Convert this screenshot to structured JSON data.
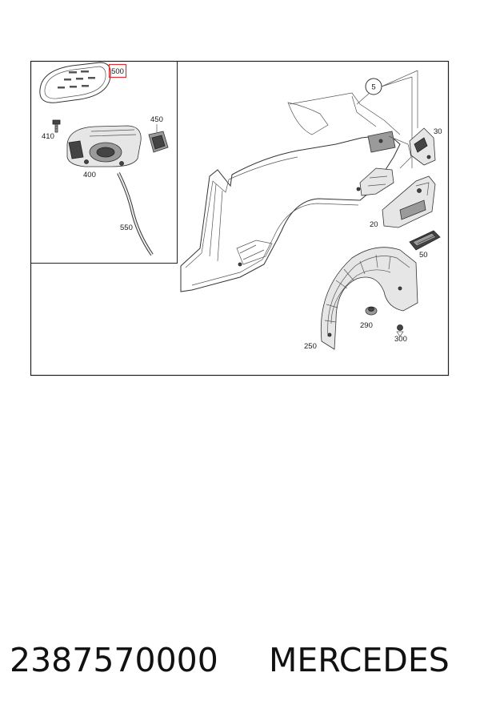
{
  "callouts": {
    "c500": "500",
    "c410": "410",
    "c450": "450",
    "c400": "400",
    "c550": "550",
    "c5": "5",
    "c30": "30",
    "c20": "20",
    "c50": "50",
    "c290": "290",
    "c250": "250",
    "c300": "300"
  },
  "caption": {
    "part_number": "2387570000",
    "brand": "MERCEDES"
  },
  "colors": {
    "highlight": "#d9323a",
    "line": "#333333",
    "frame": "#222222"
  }
}
